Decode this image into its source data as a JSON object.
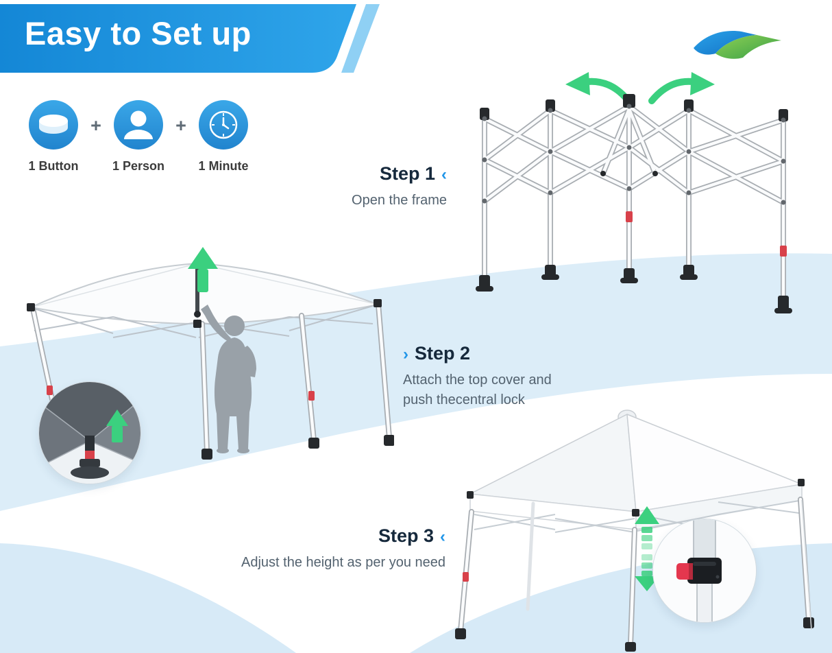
{
  "banner": {
    "title": "Easy to Set up"
  },
  "features": {
    "plus": "+",
    "items": [
      {
        "label": "1 Button",
        "icon": "button-icon"
      },
      {
        "label": "1 Person",
        "icon": "person-icon"
      },
      {
        "label": "1 Minute",
        "icon": "clock-icon"
      }
    ]
  },
  "steps": [
    {
      "title": "Step 1",
      "chevron": "‹",
      "lines": [
        "Open the frame"
      ]
    },
    {
      "title": "Step 2",
      "chevron": "›",
      "lines": [
        "Attach the top cover and",
        "push thecentral lock"
      ]
    },
    {
      "title": "Step 3",
      "chevron": "‹",
      "lines": [
        "Adjust the height as per you need"
      ]
    }
  ],
  "colors": {
    "banner_blue_dark": "#1487D6",
    "banner_blue_light": "#2FA5EA",
    "banner_accent_light": "#8FD0F4",
    "icon_circle_blue": "#2D97DE",
    "arrow_green": "#3BD07F",
    "background_band_blue": "#DCEDF8",
    "step_title_color": "#16293C",
    "step_text_color": "#53626F",
    "red_accent": "#D8414A"
  }
}
